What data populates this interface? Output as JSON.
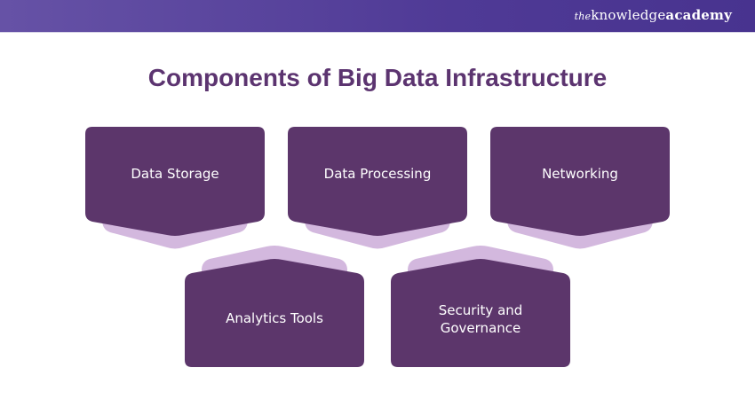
{
  "header": {
    "brand_prefix": "the",
    "brand_main": "knowledge",
    "brand_bold": "academy"
  },
  "title": "Components of Big Data Infrastructure",
  "colors": {
    "box": "#5c366b",
    "accent": "#d3b8de",
    "title": "#5c3470",
    "header": "#5a45a0"
  },
  "components": [
    {
      "label": "Data Storage"
    },
    {
      "label": "Data Processing"
    },
    {
      "label": "Networking"
    },
    {
      "label": "Analytics Tools"
    },
    {
      "label": "Security and Governance"
    }
  ]
}
